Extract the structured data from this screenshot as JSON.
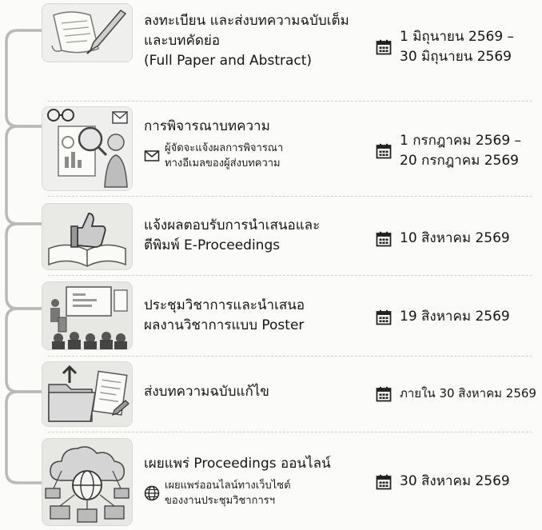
{
  "steps": [
    {
      "title_lines": [
        "ลงทะเบียน และส่งบทความฉบับเต็ม",
        "และบทคัดย่อ",
        "(Full Paper and Abstract)"
      ],
      "date_lines": [
        "1 มิถุนายน 2569 –",
        "30 มิถุนายน 2569"
      ],
      "thumb_icon": "quill-paper-icon"
    },
    {
      "title_lines": [
        "การพิจารณาบทความ"
      ],
      "note_lines": [
        "ผู้จัดจะแจ้งผลการพิจารณา",
        "ทางอีเมลของผู้ส่งบทความ"
      ],
      "note_icon": "envelope-icon",
      "date_lines": [
        "1 กรกฎาคม 2569 –",
        "20 กรกฎาคม 2569"
      ],
      "thumb_icon": "review-magnifier-icon"
    },
    {
      "title_lines": [
        "แจ้งผลตอบรับการนำเสนอและ",
        "ตีพิมพ์ E-Proceedings"
      ],
      "date_lines": [
        "10 สิงหาคม 2569"
      ],
      "thumb_icon": "thumbs-up-book-icon"
    },
    {
      "title_lines": [
        "ประชุมวิชาการและนำเสนอ",
        "ผลงานวิชาการแบบ Poster"
      ],
      "date_lines": [
        "19 สิงหาคม 2569"
      ],
      "thumb_icon": "conference-presentation-icon"
    },
    {
      "title_lines": [
        "ส่งบทความฉบับแก้ไข"
      ],
      "date_lines": [
        "ภายใน 30 สิงหาคม 2569"
      ],
      "thumb_icon": "folder-upload-icon"
    },
    {
      "title_lines": [
        "เผยแพร่ Proceedings ออนไลน์"
      ],
      "note_lines": [
        "เผยแพร่ออนไลน์ทางเว็บไซต์",
        "ของงานประชุมวิชาการฯ"
      ],
      "note_icon": "globe-icon",
      "date_lines": [
        "30 สิงหาคม 2569"
      ],
      "thumb_icon": "cloud-network-icon"
    }
  ],
  "colors": {
    "rail": "#b9b9b5",
    "ink": "#151515",
    "thumb_bg": "#eeeeec"
  }
}
